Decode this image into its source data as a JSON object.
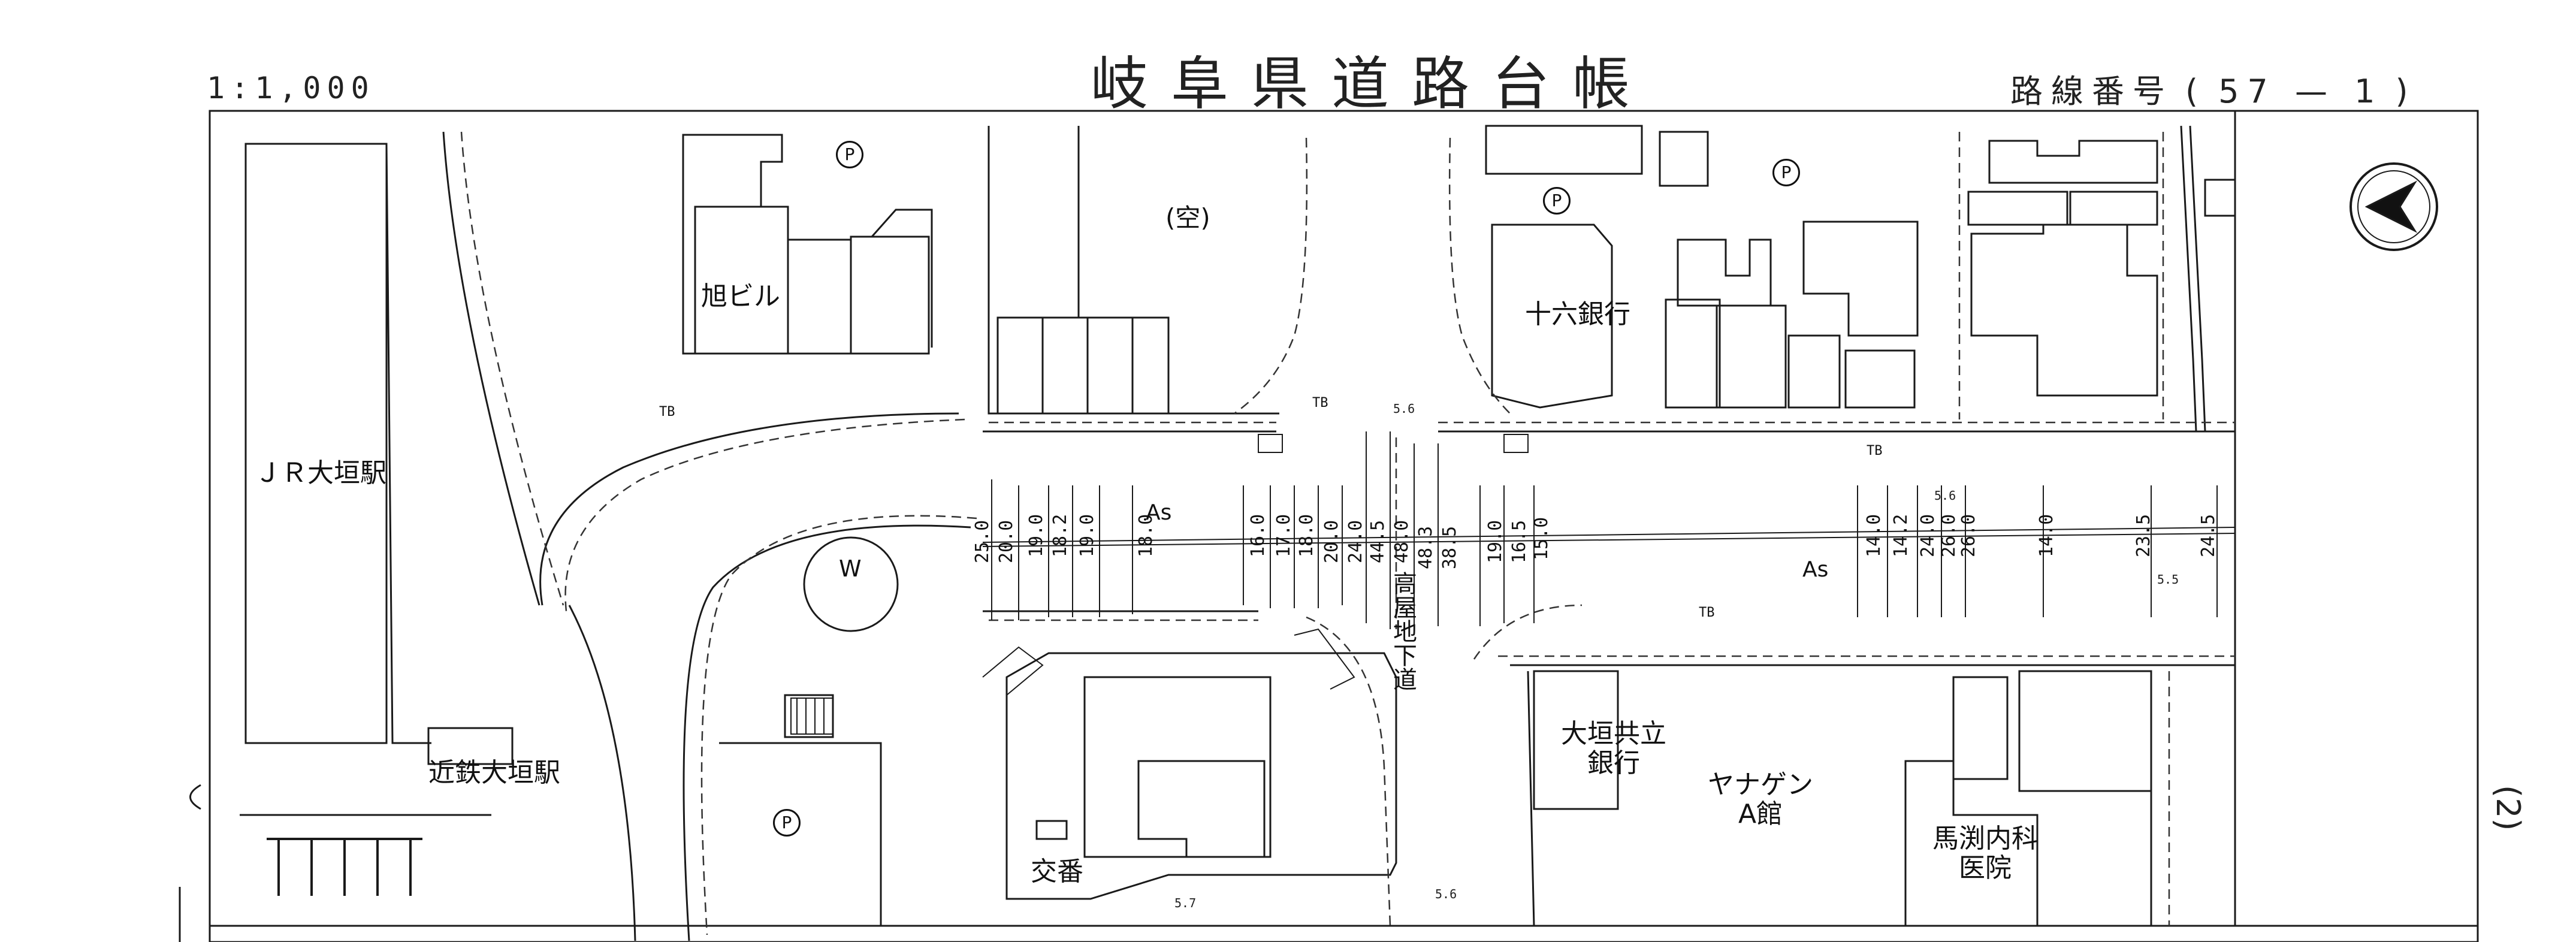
{
  "header": {
    "title": "岐阜県道路台帳",
    "scale": "1:1,000",
    "route_label": "路線番号",
    "route_open": "(",
    "route_number": "57 — 1",
    "route_close": ")"
  },
  "sheet": {
    "page": "(2)"
  },
  "labels": {
    "jr_station": "ＪＲ大垣駅",
    "kintetsu_station": "近鉄大垣駅",
    "asahi_building": "旭ビル",
    "vacant": "(空)",
    "juroku_bank": "十六銀行",
    "ogaki_kyoritsu_bank_1": "大垣共立",
    "ogaki_kyoritsu_bank_2": "銀行",
    "yanagen_1": "ヤナゲン",
    "yanagen_2": "A館",
    "mabuchi_clinic_1": "馬渕内科",
    "mabuchi_clinic_2": "医院",
    "koban": "交番",
    "vertical_road": "高屋地下道",
    "parking_symbol": "P",
    "well_symbol": "W",
    "surface_as": "As",
    "tb": "TB"
  },
  "spot_elevations": [
    "5.6",
    "5.6",
    "5.5",
    "5.7",
    "5.6"
  ],
  "width_dimensions": [
    "25.0",
    "20.0",
    "19.0",
    "18.2",
    "19.0",
    "18.0",
    "16.0",
    "17.0",
    "18.0",
    "20.0",
    "24.0",
    "44.5",
    "48.0",
    "48.3",
    "38.5",
    "19.0",
    "16.5",
    "15.0",
    "14.0",
    "14.2",
    "24.0",
    "26.0",
    "26.0",
    "14.0",
    "23.5",
    "24.5"
  ],
  "colors": {
    "line": "#1a1a1a",
    "dashed": "#333333",
    "background": "#ffffff"
  },
  "icons": {
    "north_arrow": "north-arrow-icon"
  }
}
